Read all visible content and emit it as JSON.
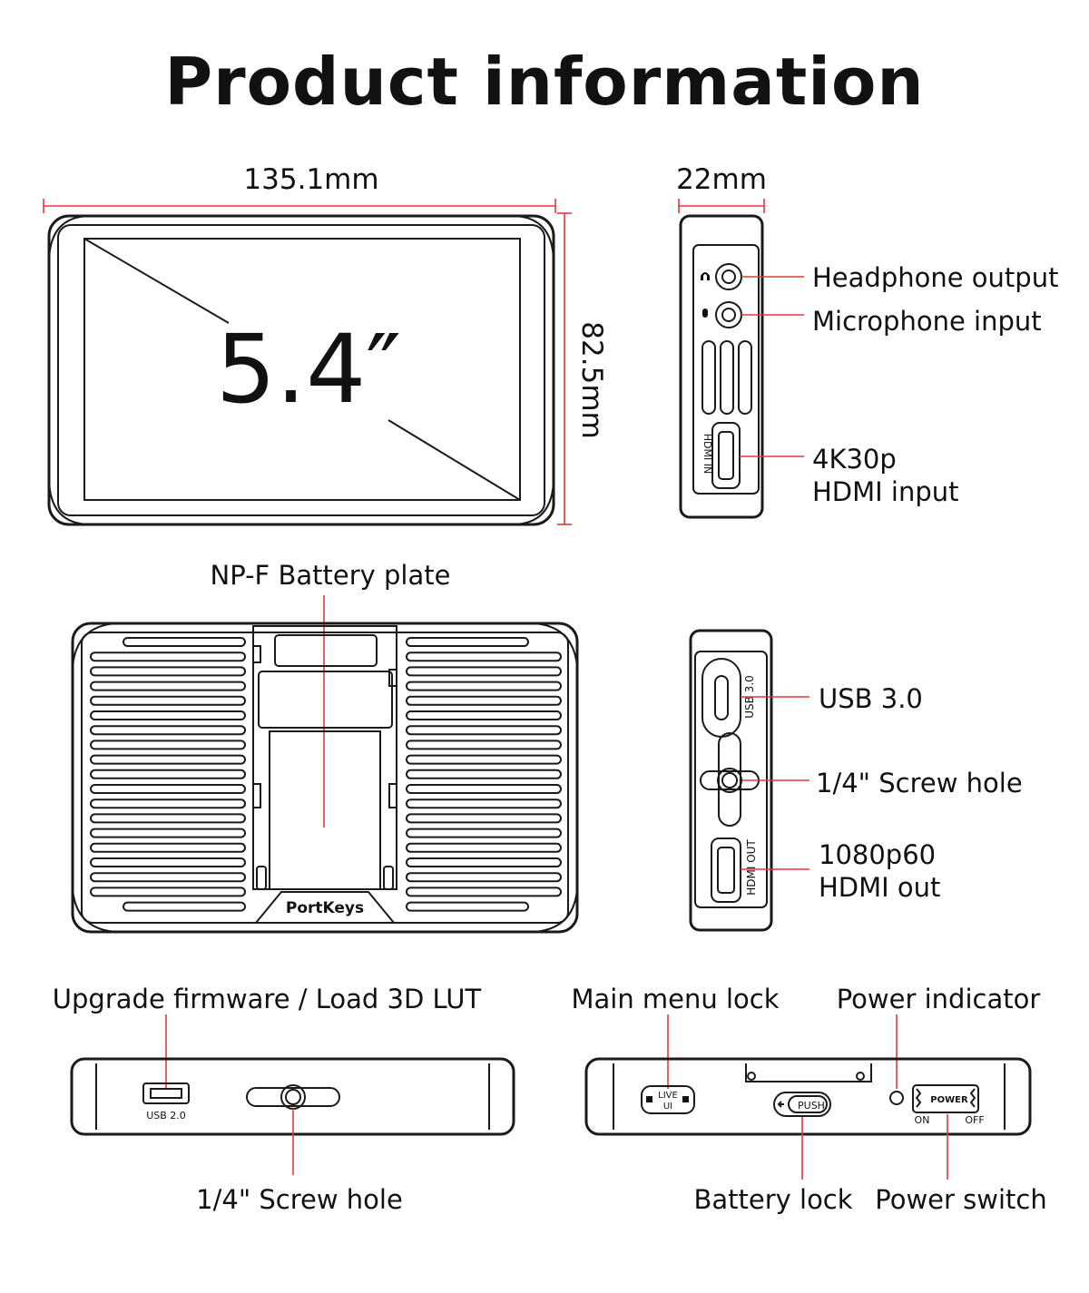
{
  "title": "Product information",
  "front_view": {
    "screen_size": "5.4″",
    "width_dim": "135.1mm",
    "height_dim": "82.5mm"
  },
  "side_view_right": {
    "thickness_dim": "22mm",
    "port_text": "HDMI IN",
    "callouts": {
      "headphone": "Headphone output",
      "microphone": "Microphone input",
      "hdmi_in_line1": "4K30p",
      "hdmi_in_line2": "HDMI input"
    }
  },
  "back_view": {
    "callout": "NP-F Battery plate",
    "brand_logo": "PortKeys"
  },
  "side_view_left": {
    "usb_text": "USB 3.0",
    "hdmi_out_text": "HDMI OUT",
    "callouts": {
      "usb": "USB 3.0",
      "screw": "1/4\" Screw hole",
      "hdmi_out_line1": "1080p60",
      "hdmi_out_line2": "HDMI  out"
    }
  },
  "bottom_view": {
    "usb_text": "USB 2.0",
    "callouts": {
      "upgrade": "Upgrade firmware / Load 3D LUT",
      "screw": "1/4\" Screw hole"
    }
  },
  "top_view": {
    "live_text_1": "LIVE",
    "live_text_2": "UI",
    "push_text": "PUSH",
    "power_text": "POWER",
    "on_text": "ON",
    "off_text": "OFF",
    "callouts": {
      "menu_lock": "Main menu lock",
      "power_indicator": "Power indicator",
      "battery_lock": "Battery lock",
      "power_switch": "Power switch"
    }
  },
  "colors": {
    "accent_line": "#e0393e",
    "outline": "#1a1a1a"
  }
}
